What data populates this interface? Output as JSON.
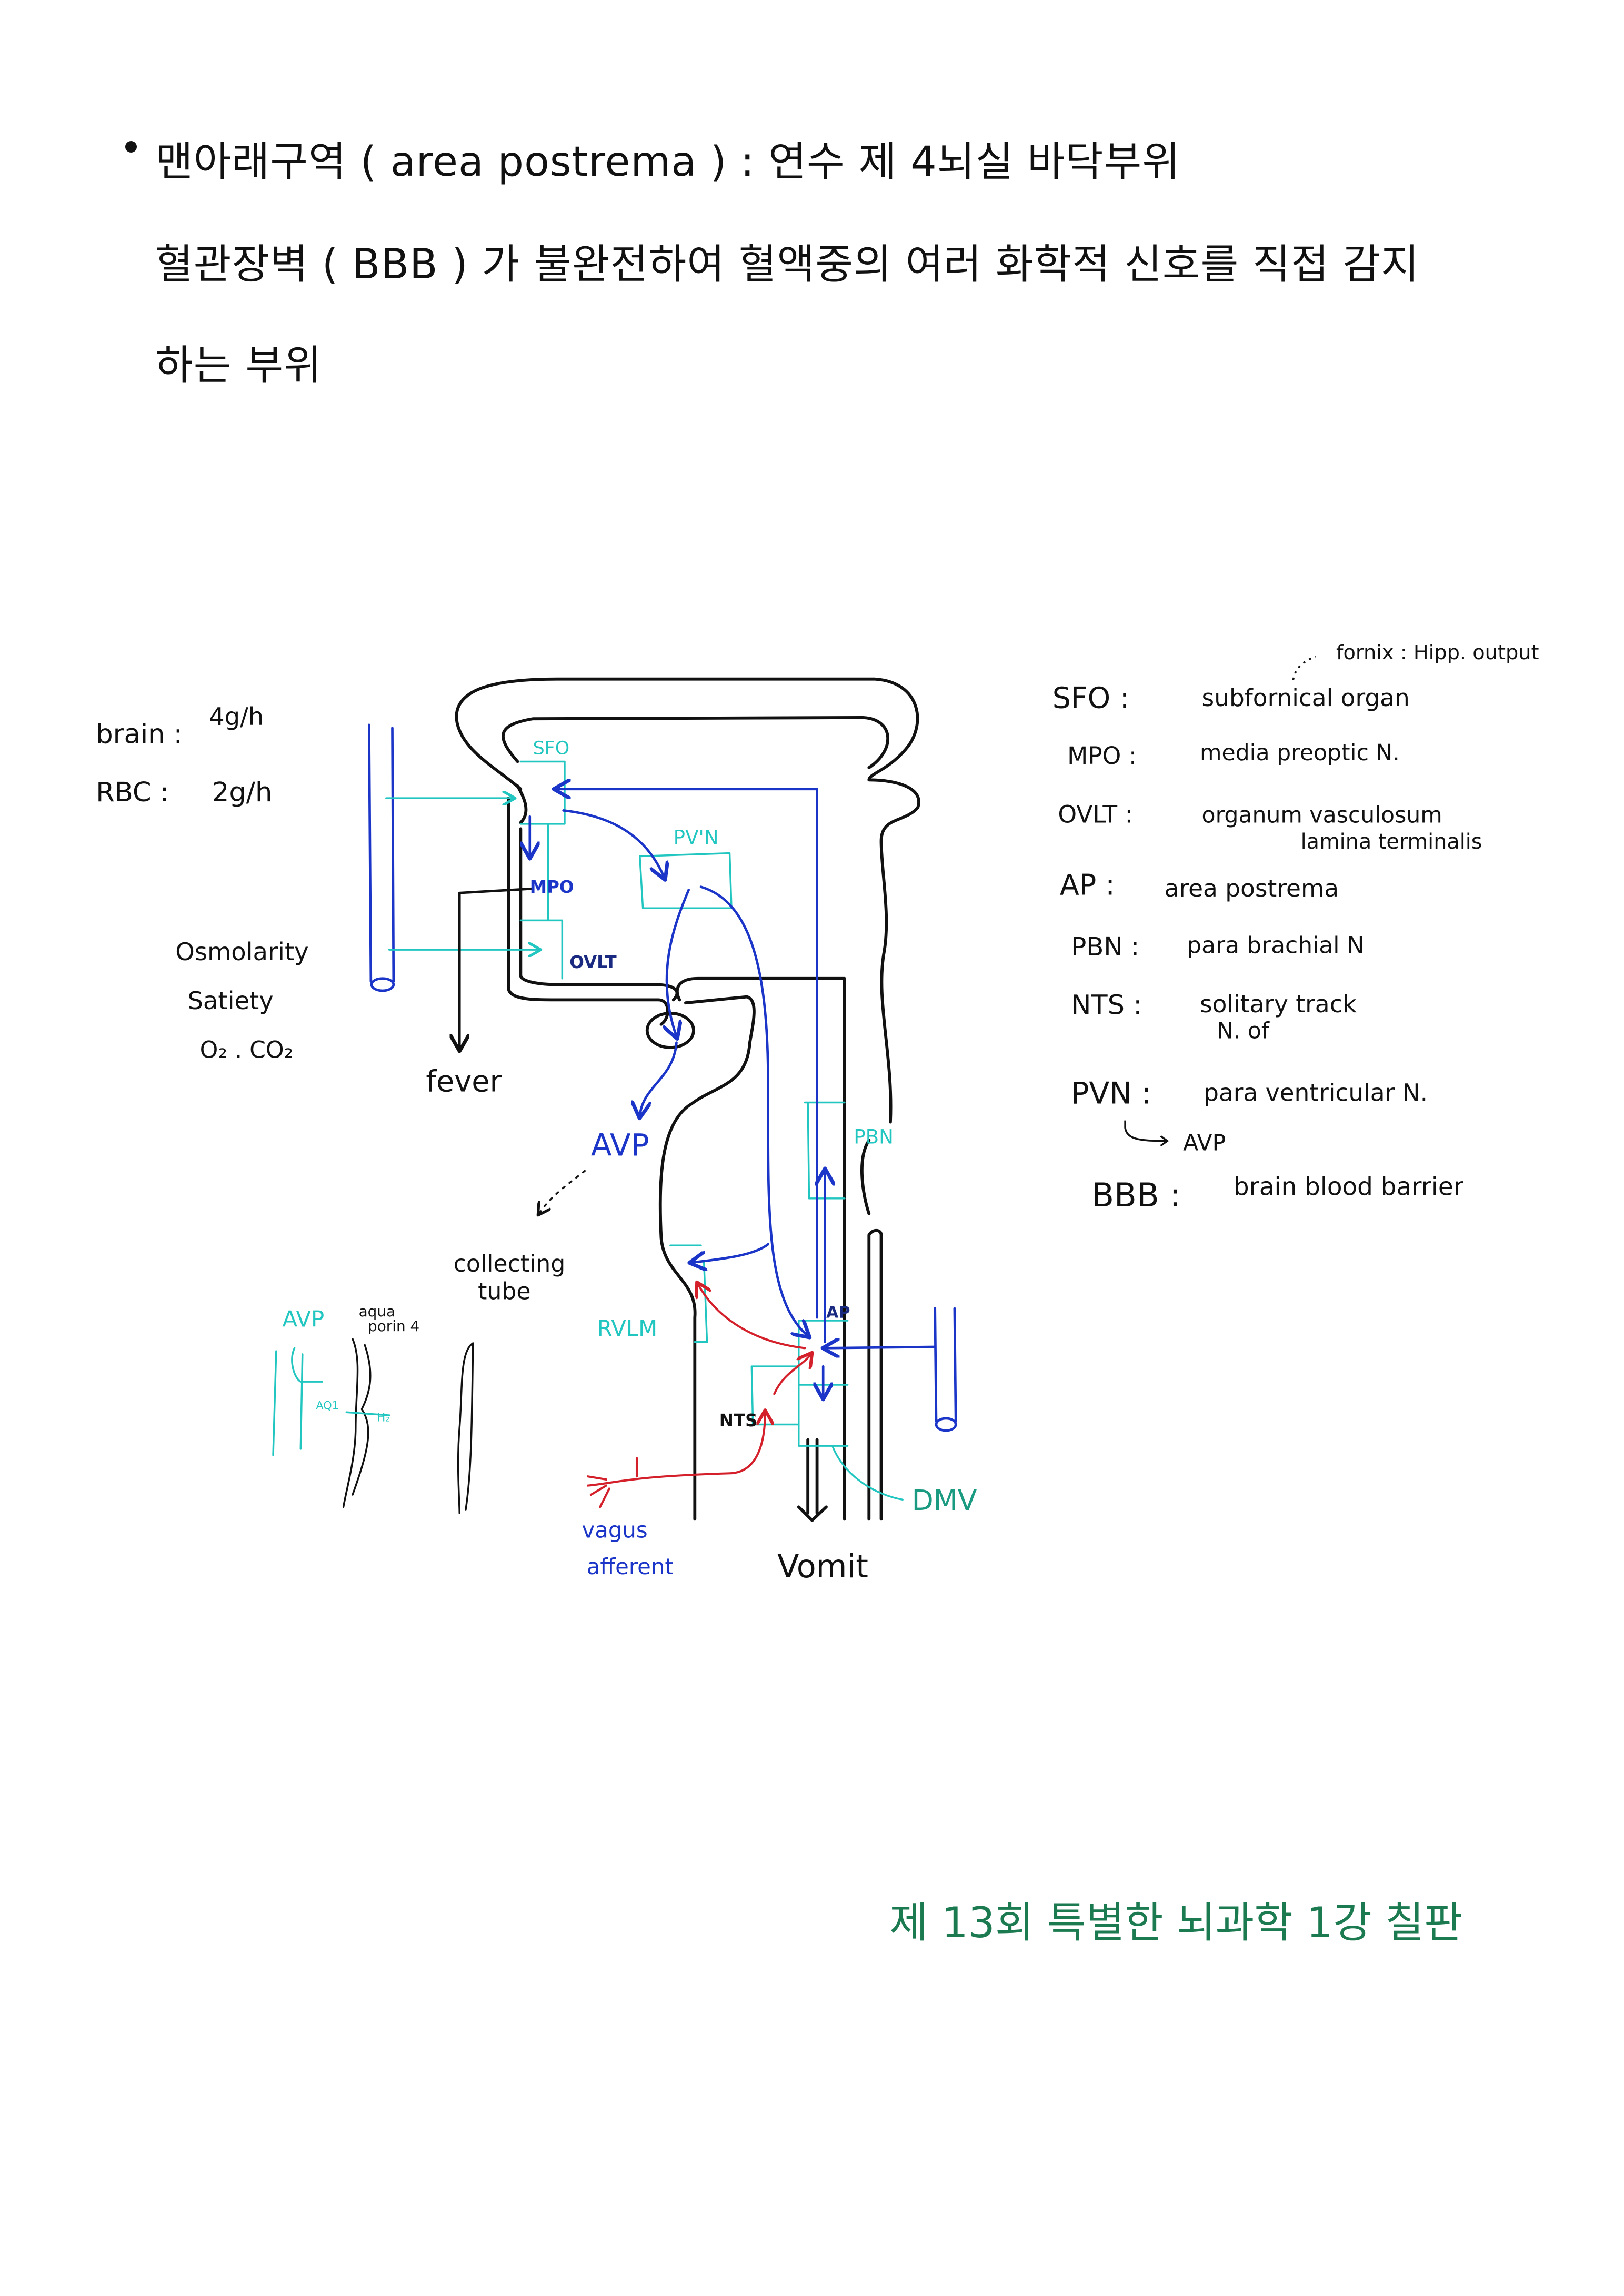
{
  "text": {
    "line1": "맨아래구역 ( area postrema ) : 연수 제 4뇌실 바닥부위",
    "line2": "혈관장벽 ( BBB ) 가 불완전하여 혈액중의 여러 화학적 신호를 직접 감지",
    "line3": "하는 부위"
  },
  "diagram": {
    "brain_rate": "brain :",
    "brain_value": "4g/h",
    "rbc_rate": "RBC :",
    "rbc_value": "2g/h",
    "inputs": [
      "Osmolarity",
      "Satiety",
      "O₂ . CO₂"
    ],
    "fever": "fever",
    "sfo": "SFO",
    "mpo": "MPO",
    "ovlt": "OVLT",
    "pvn": "PV'N",
    "avp": "AVP",
    "collecting_tube": [
      "collecting",
      "tube"
    ],
    "avp_small": "AVP",
    "aquaporin": [
      "aqua",
      "porin 4"
    ],
    "aq": "AQ1",
    "h2o": "H₂",
    "pbn": "PBN",
    "rvlm": "RVLM",
    "ap": "AP",
    "nts": "NTS",
    "dmv": "DMV",
    "vagus": [
      "vagus",
      "afferent"
    ],
    "vomit": "Vomit"
  },
  "legend": {
    "fornix_note": "fornix : Hipp. output",
    "items": [
      {
        "abbr": "SFO :",
        "desc": "subfornical organ"
      },
      {
        "abbr": "MPO :",
        "desc": "media preoptic N."
      },
      {
        "abbr": "OVLT :",
        "desc": "organum vasculosum",
        "desc2": "lamina terminalis"
      },
      {
        "abbr": "AP :",
        "desc": "area postrema"
      },
      {
        "abbr": "PBN :",
        "desc": "para brachial N"
      },
      {
        "abbr": "NTS :",
        "desc": "solitary track",
        "desc2": "N. of"
      },
      {
        "abbr": "PVN :",
        "desc": "para ventricular N."
      },
      {
        "abbr": "BBB :",
        "desc": "brain blood barrier"
      }
    ],
    "pvn_note": "AVP"
  },
  "footer": "제 13회 특별한 뇌과학 1강 칠판",
  "colors": {
    "black": "#111111",
    "blue": "#1a35c8",
    "cyan": "#22c6c0",
    "red": "#d4202a",
    "footer_green": "#1b7a50",
    "teal": "#1a9a80"
  }
}
